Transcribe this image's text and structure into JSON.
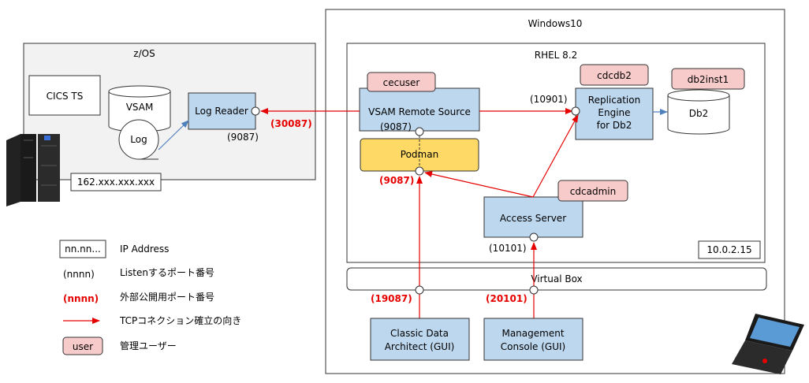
{
  "frames": {
    "windows": "Windows10",
    "zos": "z/OS",
    "rhel": "RHEL 8.2",
    "virtualbox": "Virtual Box"
  },
  "zos": {
    "cics": "CICS TS",
    "vsam": "VSAM",
    "log": "Log",
    "log_reader": "Log Reader",
    "ip": "162.xxx.xxx.xxx",
    "log_reader_port": "(9087)"
  },
  "rhel": {
    "vsam_remote_source": "VSAM Remote Source",
    "vsam_port": "(9087)",
    "podman": "Podman",
    "podman_public_port": "(9087)",
    "replication_engine": [
      "Replication",
      "Engine",
      "for Db2"
    ],
    "replication_port": "(10901)",
    "db2": "Db2",
    "access_server": "Access Server",
    "access_port": "(10101)",
    "ip": "10.0.2.15"
  },
  "users": {
    "cecuser": "cecuser",
    "cdcdb2": "cdcdb2",
    "db2inst1": "db2inst1",
    "cdcadmin": "cdcadmin"
  },
  "ports_public": {
    "zos_link": "(30087)",
    "cda": "(19087)",
    "mc": "(20101)"
  },
  "clients": {
    "cda": [
      "Classic Data",
      "Architect (GUI)"
    ],
    "mc": [
      "Management",
      "Console (GUI)"
    ]
  },
  "legend": {
    "ip_sample": "nn.nn...",
    "ip_label": "IP Address",
    "listen_sample": "(nnnn)",
    "listen_label": "Listenするポート番号",
    "public_sample": "(nnnn)",
    "public_label": "外部公開用ポート番号",
    "tcp_label": "TCPコネクション確立の向き",
    "user_sample": "user",
    "user_label": "管理ユーザー"
  },
  "colors": {
    "blue_box": "#bdd7ee",
    "pink_box": "#f8cbcb",
    "podman": "#ffd966",
    "zos_bg": "#f2f2f2",
    "red": "#e60000",
    "blue_arrow": "#4f81bd"
  }
}
